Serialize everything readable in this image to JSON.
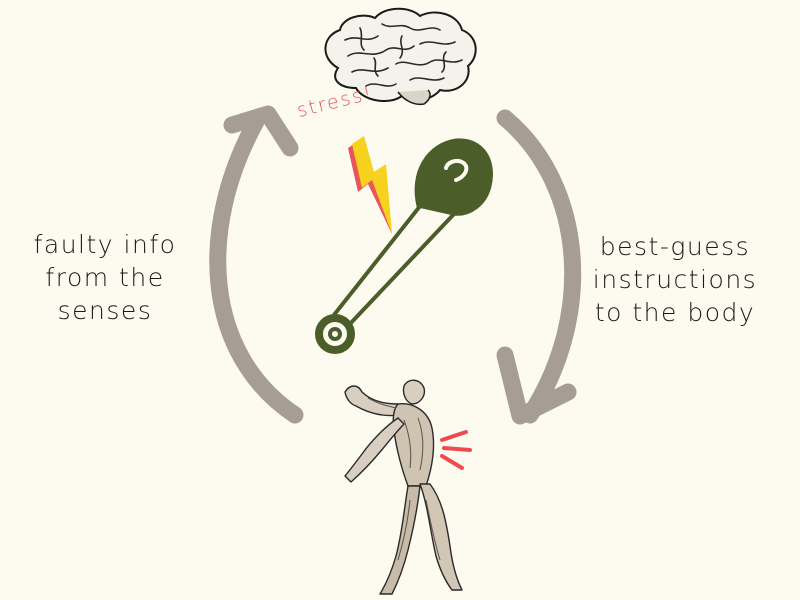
{
  "labels": {
    "left": [
      "faulty info",
      "from the",
      "senses"
    ],
    "right": [
      "best-guess",
      "instructions",
      "to the body"
    ],
    "stress": "stress!"
  },
  "colors": {
    "background": "#fdfbf0",
    "arrow": "#a69d94",
    "pin": "#4b5e2a",
    "stress_text": "#e8555a",
    "lightning_fill": "#f6d21e",
    "lightning_shadow": "#e8555a",
    "pain_marks": "#ef4a4f"
  },
  "icons": {
    "brain": "brain-icon",
    "pin": "safety-pin-icon",
    "bolt": "lightning-bolt-icon",
    "figure": "anatomical-figure-icon"
  }
}
